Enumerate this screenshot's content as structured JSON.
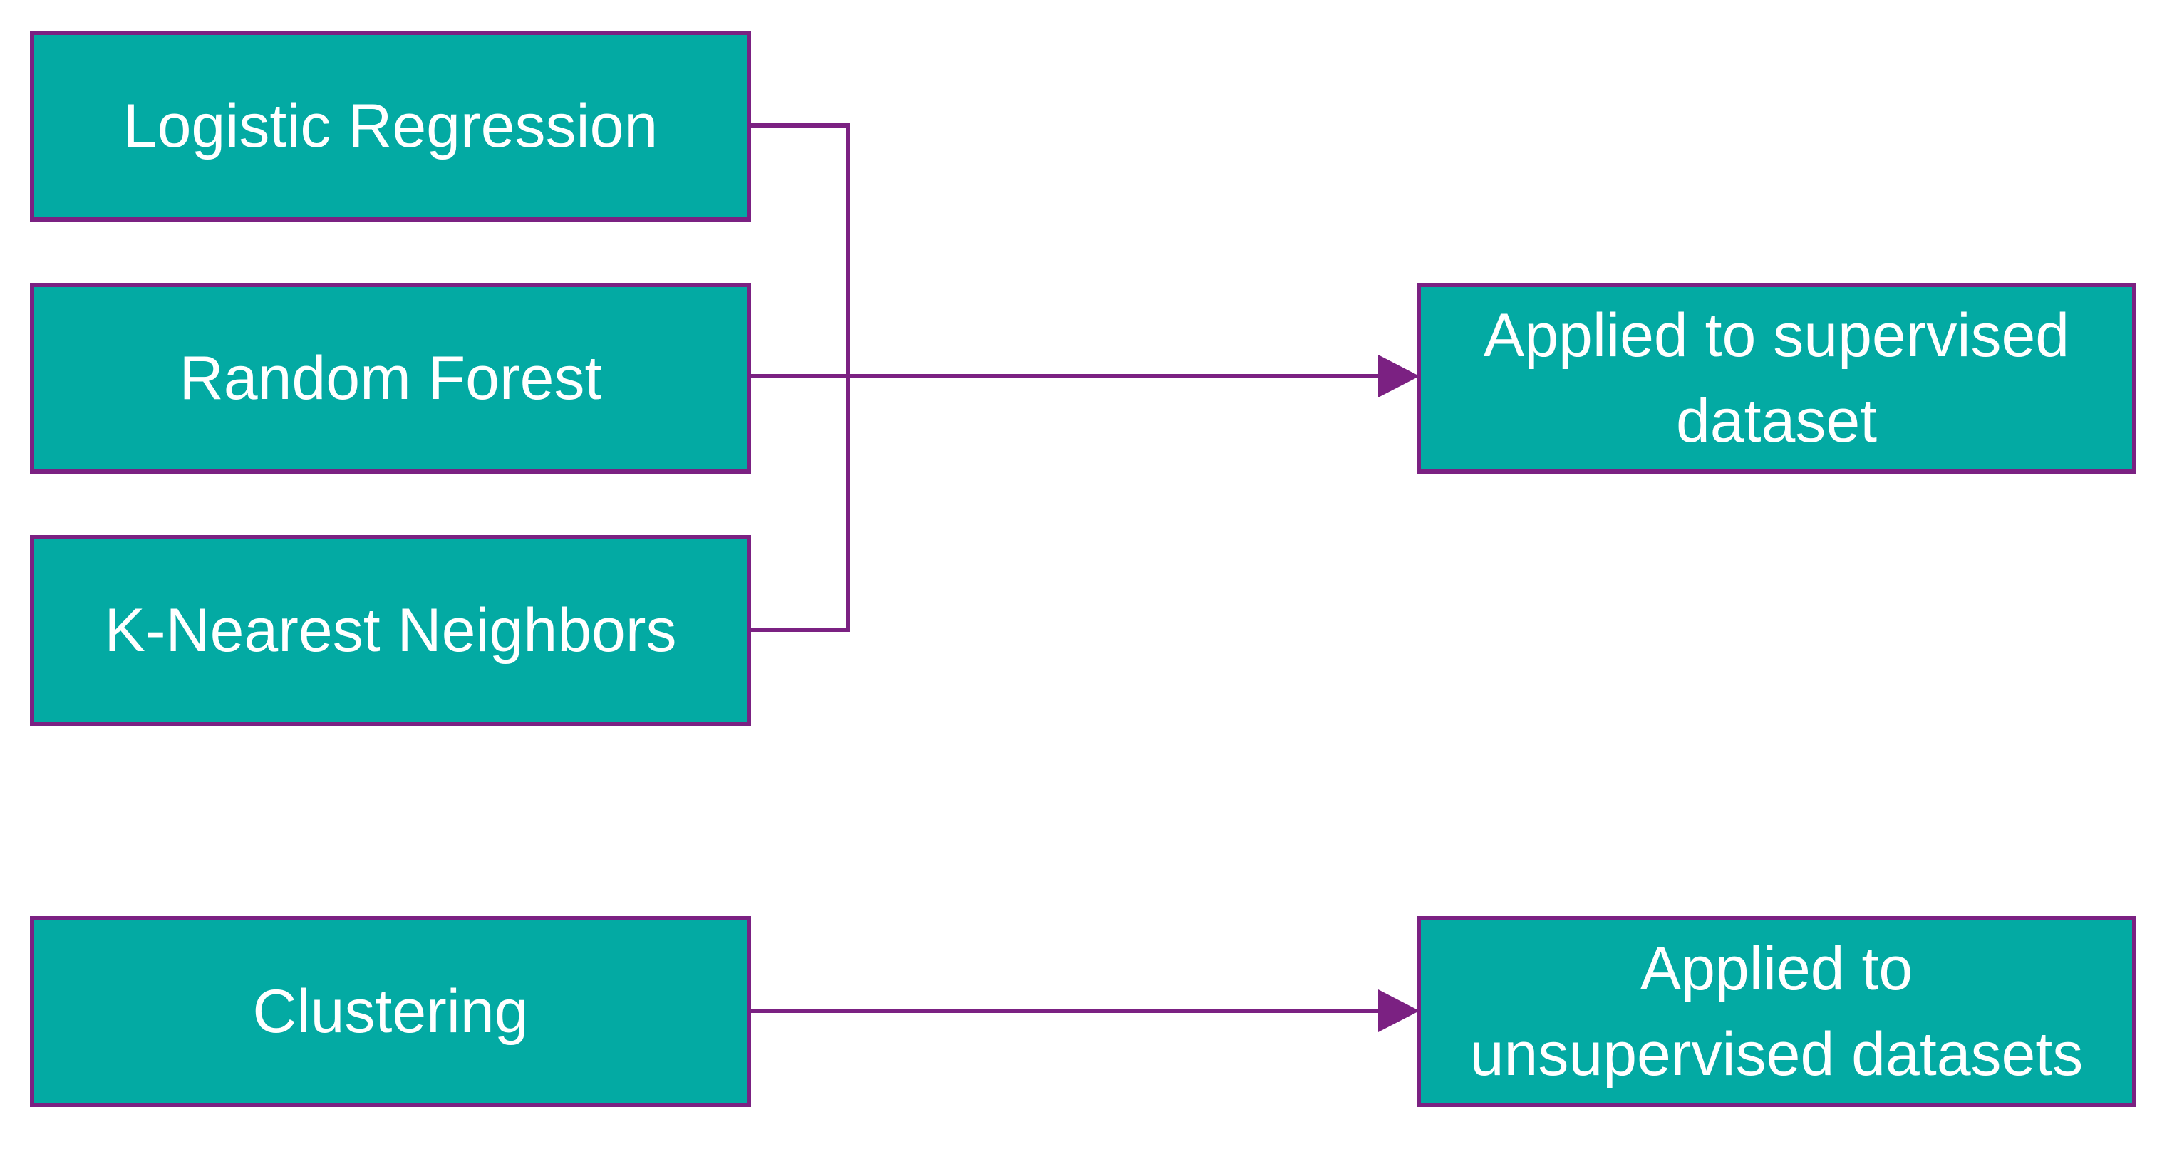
{
  "colors": {
    "box_fill": "#03aaa3",
    "border_and_connector": "#7b2182",
    "text": "#ffffff",
    "background": "#ffffff"
  },
  "supervised_models": [
    {
      "label": "Logistic Regression"
    },
    {
      "label": "Random Forest"
    },
    {
      "label": "K-Nearest Neighbors"
    }
  ],
  "unsupervised_models": [
    {
      "label": "Clustering"
    }
  ],
  "targets": {
    "supervised": {
      "line1": "Applied to supervised",
      "line2": "dataset"
    },
    "unsupervised": {
      "line1": "Applied to",
      "line2": "unsupervised datasets"
    }
  }
}
